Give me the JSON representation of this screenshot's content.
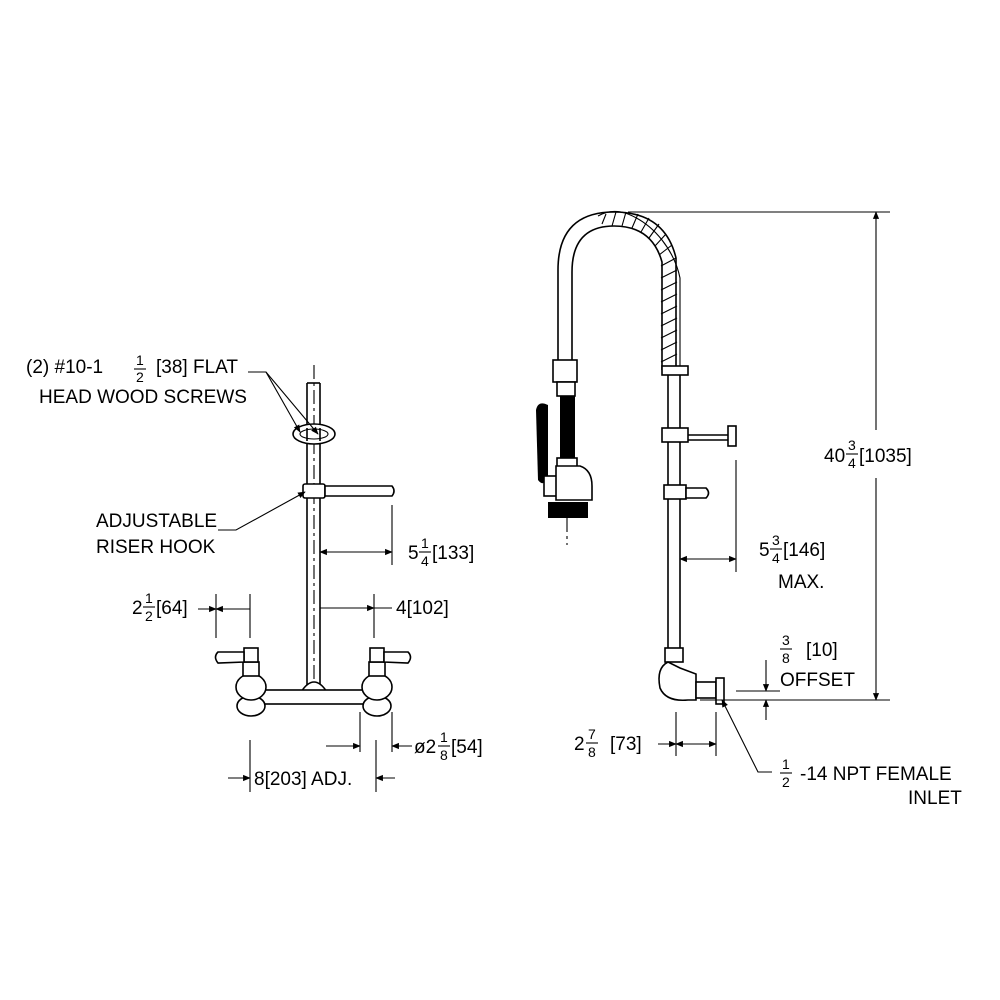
{
  "colors": {
    "ink": "#000000",
    "background": "#ffffff"
  },
  "labels": {
    "screws_line1_pre": "(2) #10-1",
    "screws_whole": "1",
    "screws_num": "1",
    "screws_den": "2",
    "screws_line1_post": "[38] FLAT",
    "screws_line2": "HEAD WOOD SCREWS",
    "riser_line1": "ADJUSTABLE",
    "riser_line2": "RISER HOOK",
    "dim_5_1_4_whole": "5",
    "dim_5_1_4_num": "1",
    "dim_5_1_4_den": "4",
    "dim_5_1_4_mm": "[133]",
    "dim_2_1_2_whole": "2",
    "dim_2_1_2_num": "1",
    "dim_2_1_2_den": "2",
    "dim_2_1_2_mm": "[64]",
    "dim_4": "4[102]",
    "dim_8": "8[203] ADJ.",
    "dim_dia_pre": "ø2",
    "dim_dia_num": "1",
    "dim_dia_den": "8",
    "dim_dia_mm": "[54]",
    "dim_40_whole": "40",
    "dim_40_num": "3",
    "dim_40_den": "4",
    "dim_40_mm": "[1035]",
    "dim_5_3_4_whole": "5",
    "dim_5_3_4_num": "3",
    "dim_5_3_4_den": "4",
    "dim_5_3_4_mm": "[146]",
    "dim_max": "MAX.",
    "offset_num": "3",
    "offset_den": "8",
    "offset_mm": "[10]",
    "offset_word": "OFFSET",
    "dim_2_7_8_whole": "2",
    "dim_2_7_8_num": "7",
    "dim_2_7_8_den": "8",
    "dim_2_7_8_mm": "[73]",
    "inlet_num": "1",
    "inlet_den": "2",
    "inlet_line1": "-14 NPT FEMALE",
    "inlet_line2": "INLET"
  }
}
